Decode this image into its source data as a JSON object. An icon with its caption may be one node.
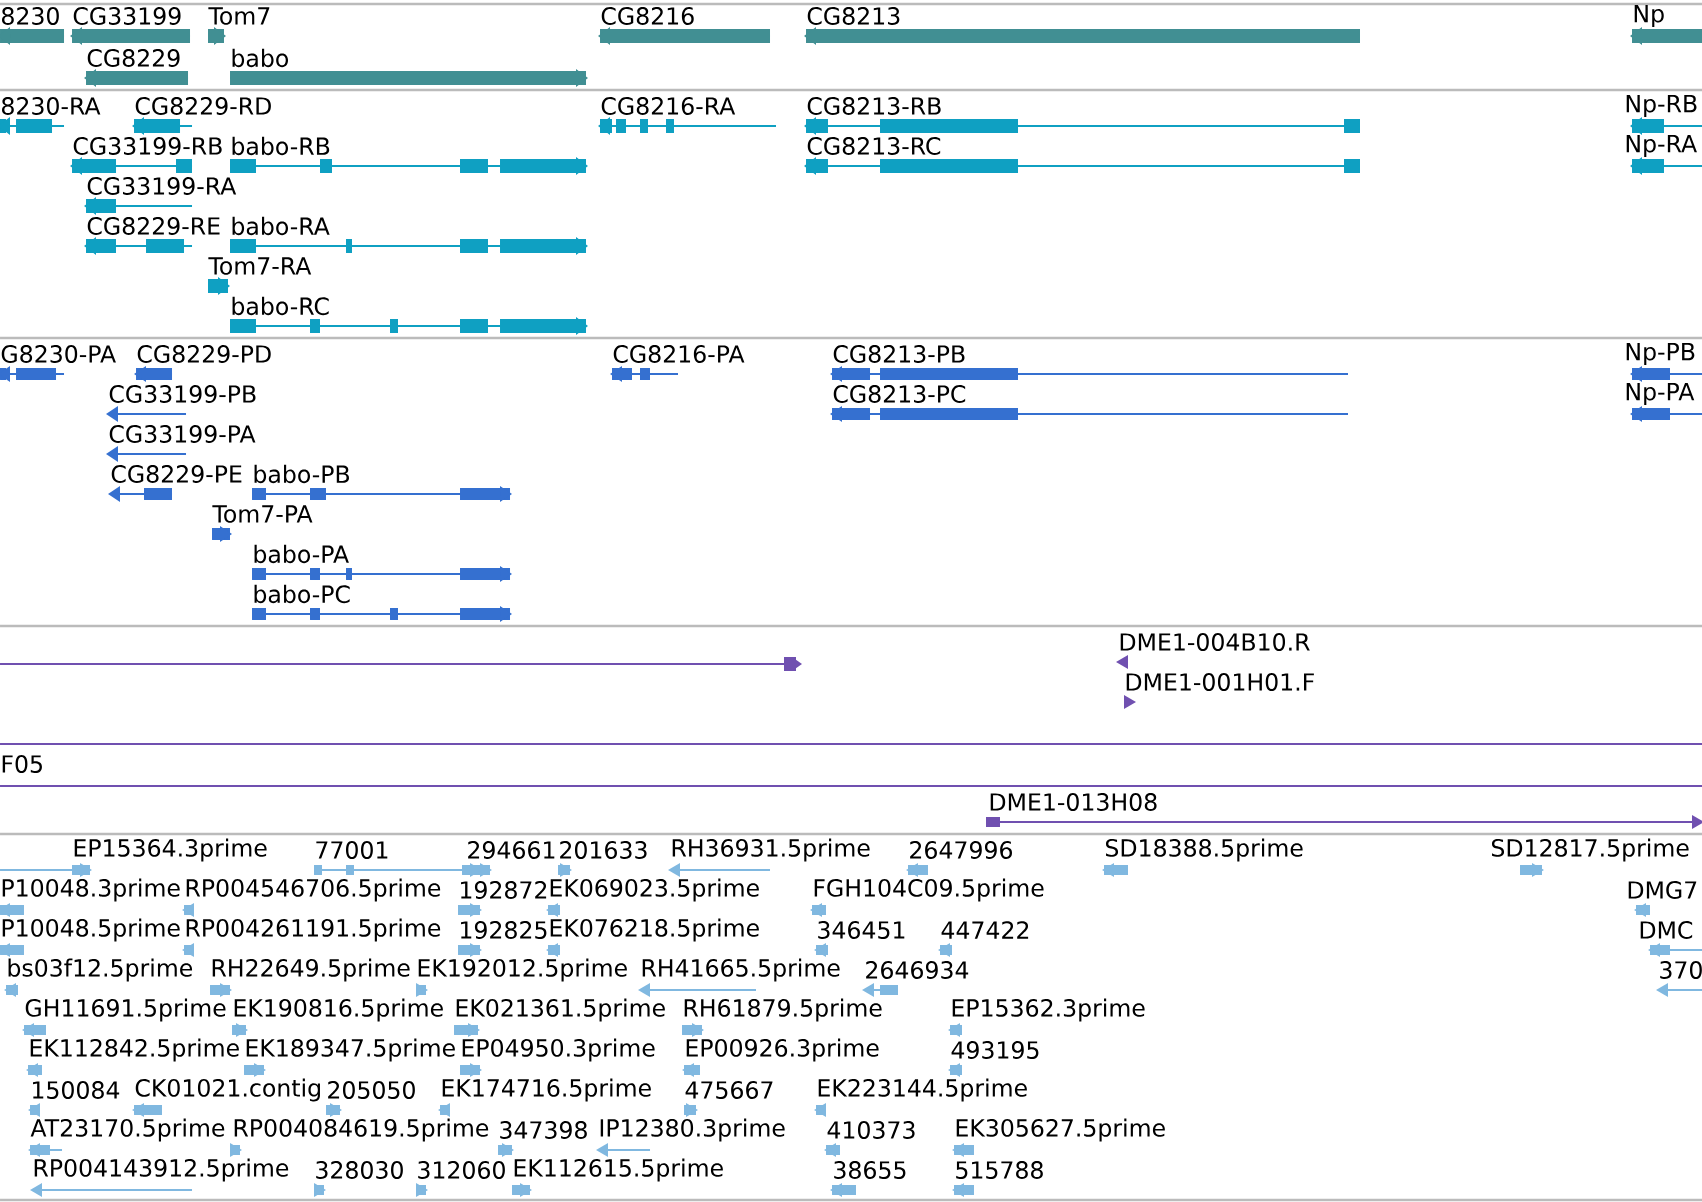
{
  "diagram": {
    "labels": [
      "8230",
      "CG33199",
      "Tom7",
      "CG8216",
      "CG8213",
      "Np",
      "CG8229",
      "babo",
      "8230-RA",
      "CG8229-RD",
      "CG8216-RA",
      "CG8213-RB",
      "Np-RB",
      "CG33199-RB",
      "babo-RB",
      "CG8213-RC",
      "Np-RA",
      "CG33199-RA",
      "CG8229-RE",
      "babo-RA",
      "Tom7-RA",
      "babo-RC",
      "G8230-PA",
      "CG8229-PD",
      "CG8216-PA",
      "CG8213-PB",
      "Np-PB",
      "CG33199-PB",
      "CG8213-PC",
      "Np-PA",
      "CG33199-PA",
      "CG8229-PE",
      "babo-PB",
      "Tom7-PA",
      "babo-PA",
      "babo-PC",
      "DME1-004B10.R",
      "DME1-001H01.F",
      "F05",
      "DME1-013H08",
      "EP15364.3prime",
      "77001",
      "294661",
      "201633",
      "RH36931.5prime",
      "2647996",
      "SD18388.5prime",
      "SD12817.5prime",
      "P10048.3prime",
      "RP004546706.5prime",
      "192872",
      "EK069023.5prime",
      "FGH104C09.5prime",
      "DMG7",
      "P10048.5prime",
      "RP004261191.5prime",
      "192825",
      "EK076218.5prime",
      "346451",
      "447422",
      "DMC",
      "bs03f12.5prime",
      "RH22649.5prime",
      "EK192012.5prime",
      "RH41665.5prime",
      "2646934",
      "370",
      "GH11691.5prime",
      "EK190816.5prime",
      "EK021361.5prime",
      "RH61879.5prime",
      "EP15362.3prime",
      "EK112842.5prime",
      "EK189347.5prime",
      "EP04950.3prime",
      "EP00926.3prime",
      "493195",
      "150084",
      "CK01021.contig",
      "205050",
      "EK174716.5prime",
      "475667",
      "EK223144.5prime",
      "AT23170.5prime",
      "RP004084619.5prime",
      "347398",
      "IP12380.3prime",
      "410373",
      "EK305627.5prime",
      "RP004143912.5prime",
      "328030",
      "312060",
      "EK112615.5prime",
      "38655",
      "515788"
    ]
  }
}
